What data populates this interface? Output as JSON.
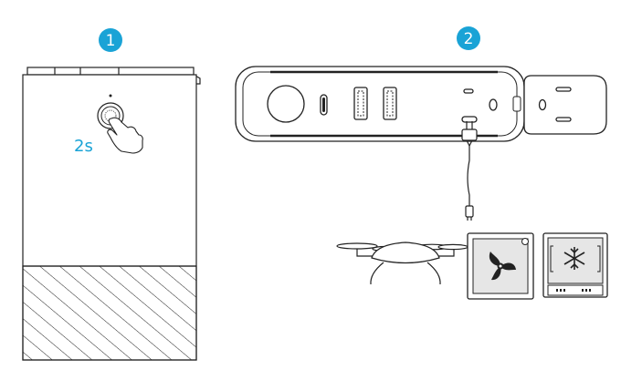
{
  "steps": [
    {
      "number": "1"
    },
    {
      "number": "2"
    }
  ],
  "press_duration": "2s",
  "colors": {
    "accent": "#1aa3d6",
    "line": "#222222",
    "device_fill": "#ffffff",
    "appliance_fill": "#e6e6e6"
  },
  "icons": {
    "power_button": "power-button-icon",
    "hand": "hand-press-icon",
    "drone": "drone-icon",
    "fan": "fan-icon",
    "fridge": "mini-fridge-icon",
    "plug": "ac-plug-icon"
  }
}
